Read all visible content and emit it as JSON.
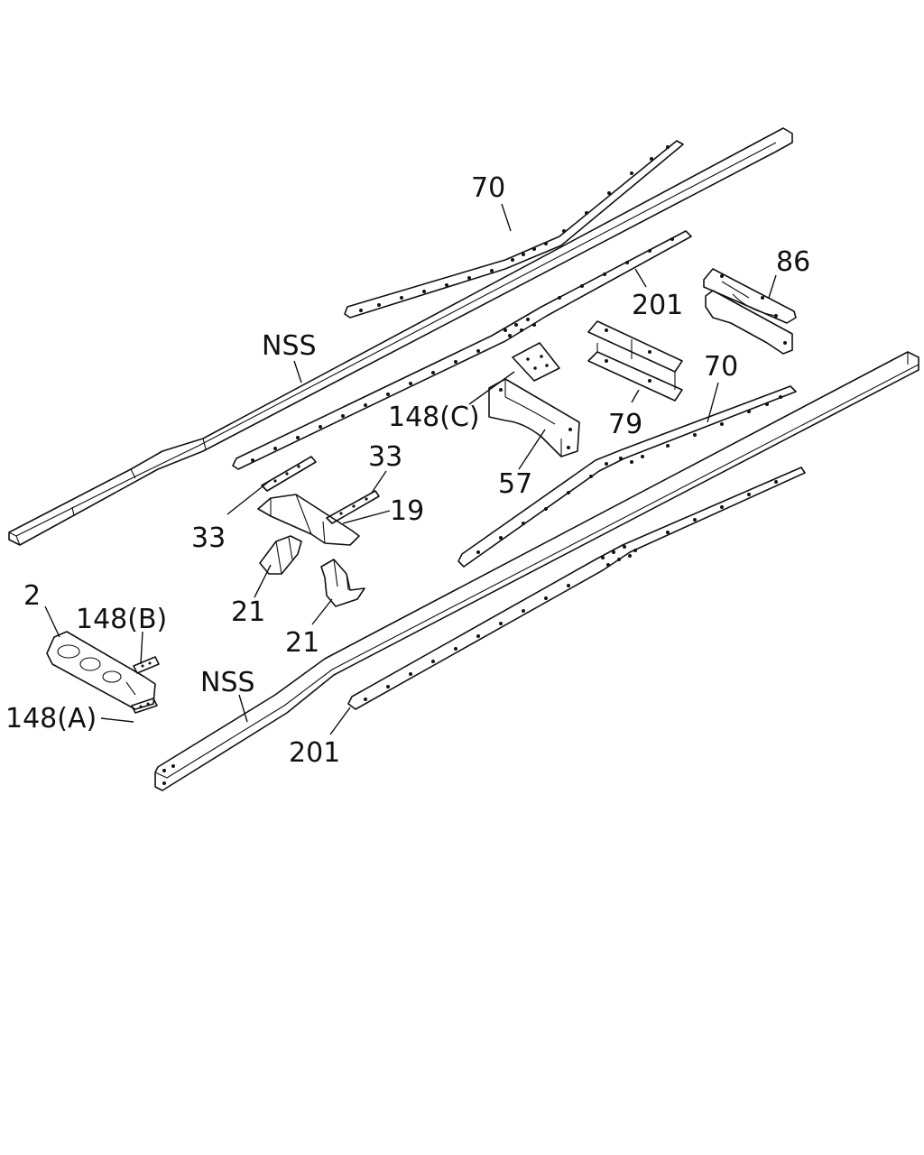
{
  "callouts": {
    "rail_upper": "NSS",
    "rail_lower": "NSS",
    "reinforcement_upper": "70",
    "reinforcement_lower": "70",
    "liner_upper": "201",
    "liner_lower": "201",
    "bracket_86": "86",
    "plate_79": "79",
    "gusset_148c": "148(C)",
    "crossmember_57": "57",
    "crossmember_19": "19",
    "strip_33_right": "33",
    "strip_33_left": "33",
    "bracket_21_left": "21",
    "bracket_21_right": "21",
    "crossmember_2": "2",
    "gusset_148b": "148(B)",
    "gusset_148a": "148(A)"
  }
}
